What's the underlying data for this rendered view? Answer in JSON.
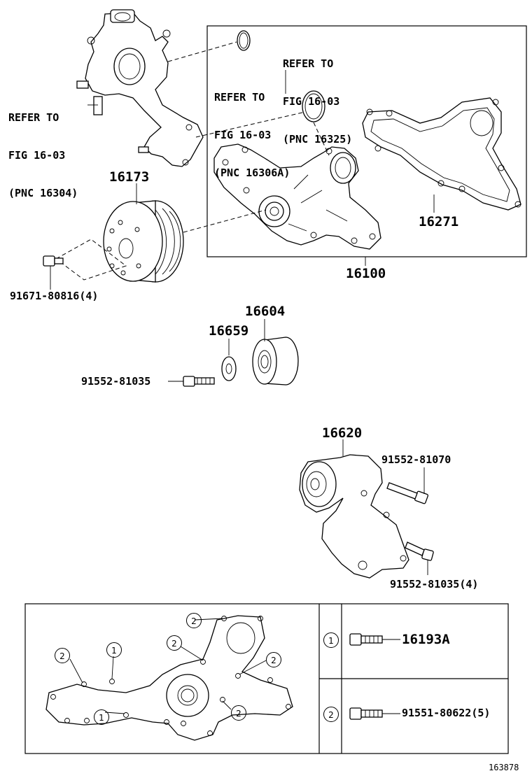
{
  "figure_id": "163878",
  "refer_labels": {
    "pnc_16304": [
      "REFER TO",
      "FIG 16-03",
      "(PNC 16304)"
    ],
    "pnc_16306a": [
      "REFER TO",
      "FIG 16-03",
      "(PNC 16306A)"
    ],
    "pnc_16325": [
      "REFER TO",
      "FIG 16-03",
      "(PNC 16325)"
    ]
  },
  "parts": {
    "p16173": "16173",
    "p16100": "16100",
    "p16271": "16271",
    "p91671": "91671-80816(4)",
    "p16604": "16604",
    "p16659": "16659",
    "p91552_81035": "91552-81035",
    "p16620": "16620",
    "p91552_81070": "91552-81070",
    "p91552_81035_4": "91552-81035(4)"
  },
  "legend": {
    "rows": [
      {
        "marker": "1",
        "part": "16193A"
      },
      {
        "marker": "2",
        "part": "91551-80622(5)"
      }
    ]
  },
  "callouts": [
    "1",
    "2"
  ]
}
